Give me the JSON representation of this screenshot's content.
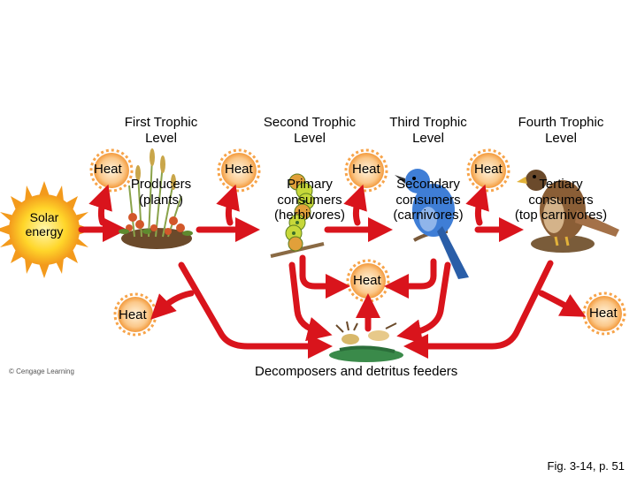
{
  "levels": [
    {
      "title": "First Trophic\nLevel",
      "role": "Producers\n(plants)"
    },
    {
      "title": "Second Trophic\nLevel",
      "role": "Primary\nconsumers\n(herbivores)"
    },
    {
      "title": "Third Trophic\nLevel",
      "role": "Secondary\nconsumers\n(carnivores)"
    },
    {
      "title": "Fourth Trophic\nLevel",
      "role": "Tertiary\nconsumers\n(top carnivores)"
    }
  ],
  "heat_label": "Heat",
  "solar_label": "Solar\nenergy",
  "decomposers_label": "Decomposers and detritus feeders",
  "copyright": "© Cengage Learning",
  "figure_ref": "Fig. 3-14, p. 51",
  "colors": {
    "arrow": "#d9141c",
    "sun_core": "#f7c51a",
    "sun_rays": "#f39a1c",
    "heat_glow": "#f7b45a"
  }
}
